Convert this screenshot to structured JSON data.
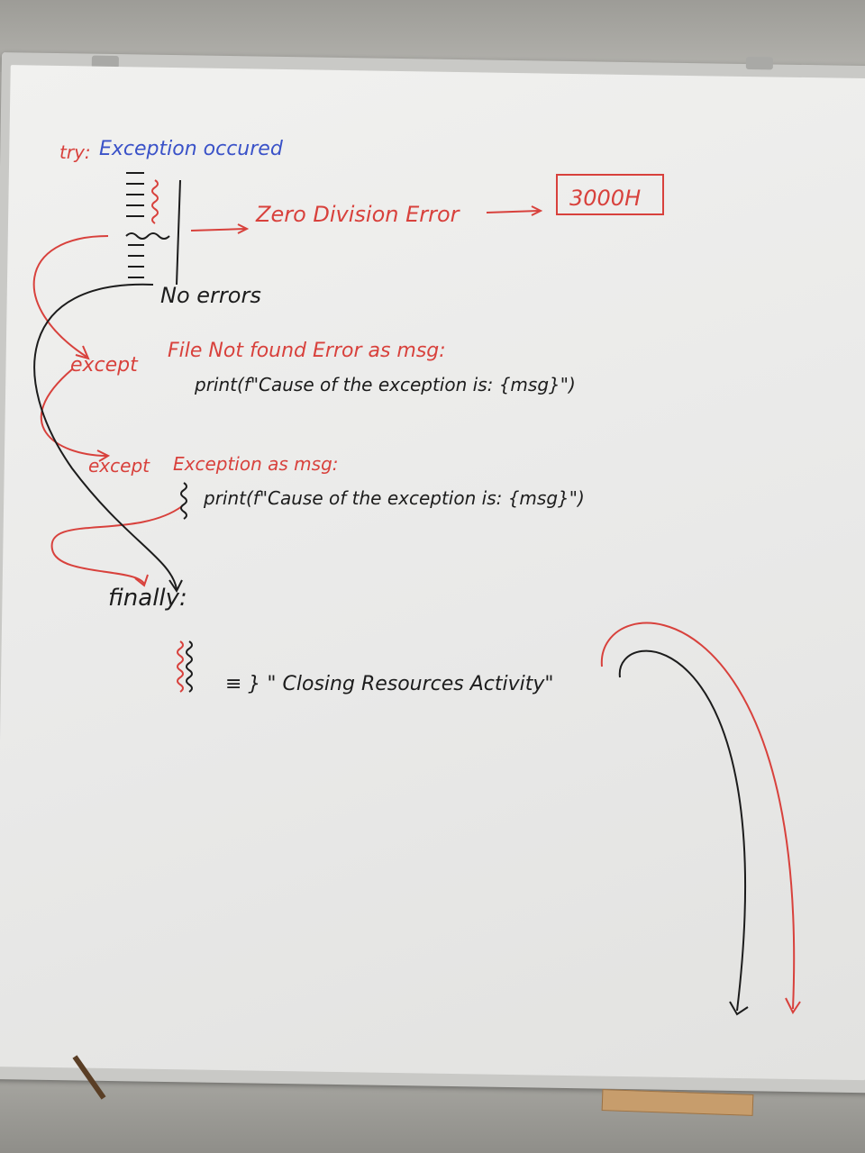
{
  "whiteboard": {
    "try_label": "try:",
    "exception_occurred": "Exception occured",
    "zero_division_error": "Zero Division Error",
    "handler_address": "3000H",
    "no_errors": "No errors",
    "except1_keyword": "except",
    "except1_clause": "File Not found Error as msg:",
    "except1_body": "print(f\"Cause of the exception is: {msg}\")",
    "except2_keyword": "except",
    "except2_clause": "Exception as msg:",
    "except2_body": "print(f\"Cause of the exception is: {msg}\")",
    "finally_keyword": "finally:",
    "finally_body": "≡ } \" Closing Resources Activity\""
  },
  "colors": {
    "marker_red": "#d8413c",
    "marker_black": "#1c1c1c",
    "marker_blue": "#3a52c8",
    "board": "#eeeeec"
  }
}
